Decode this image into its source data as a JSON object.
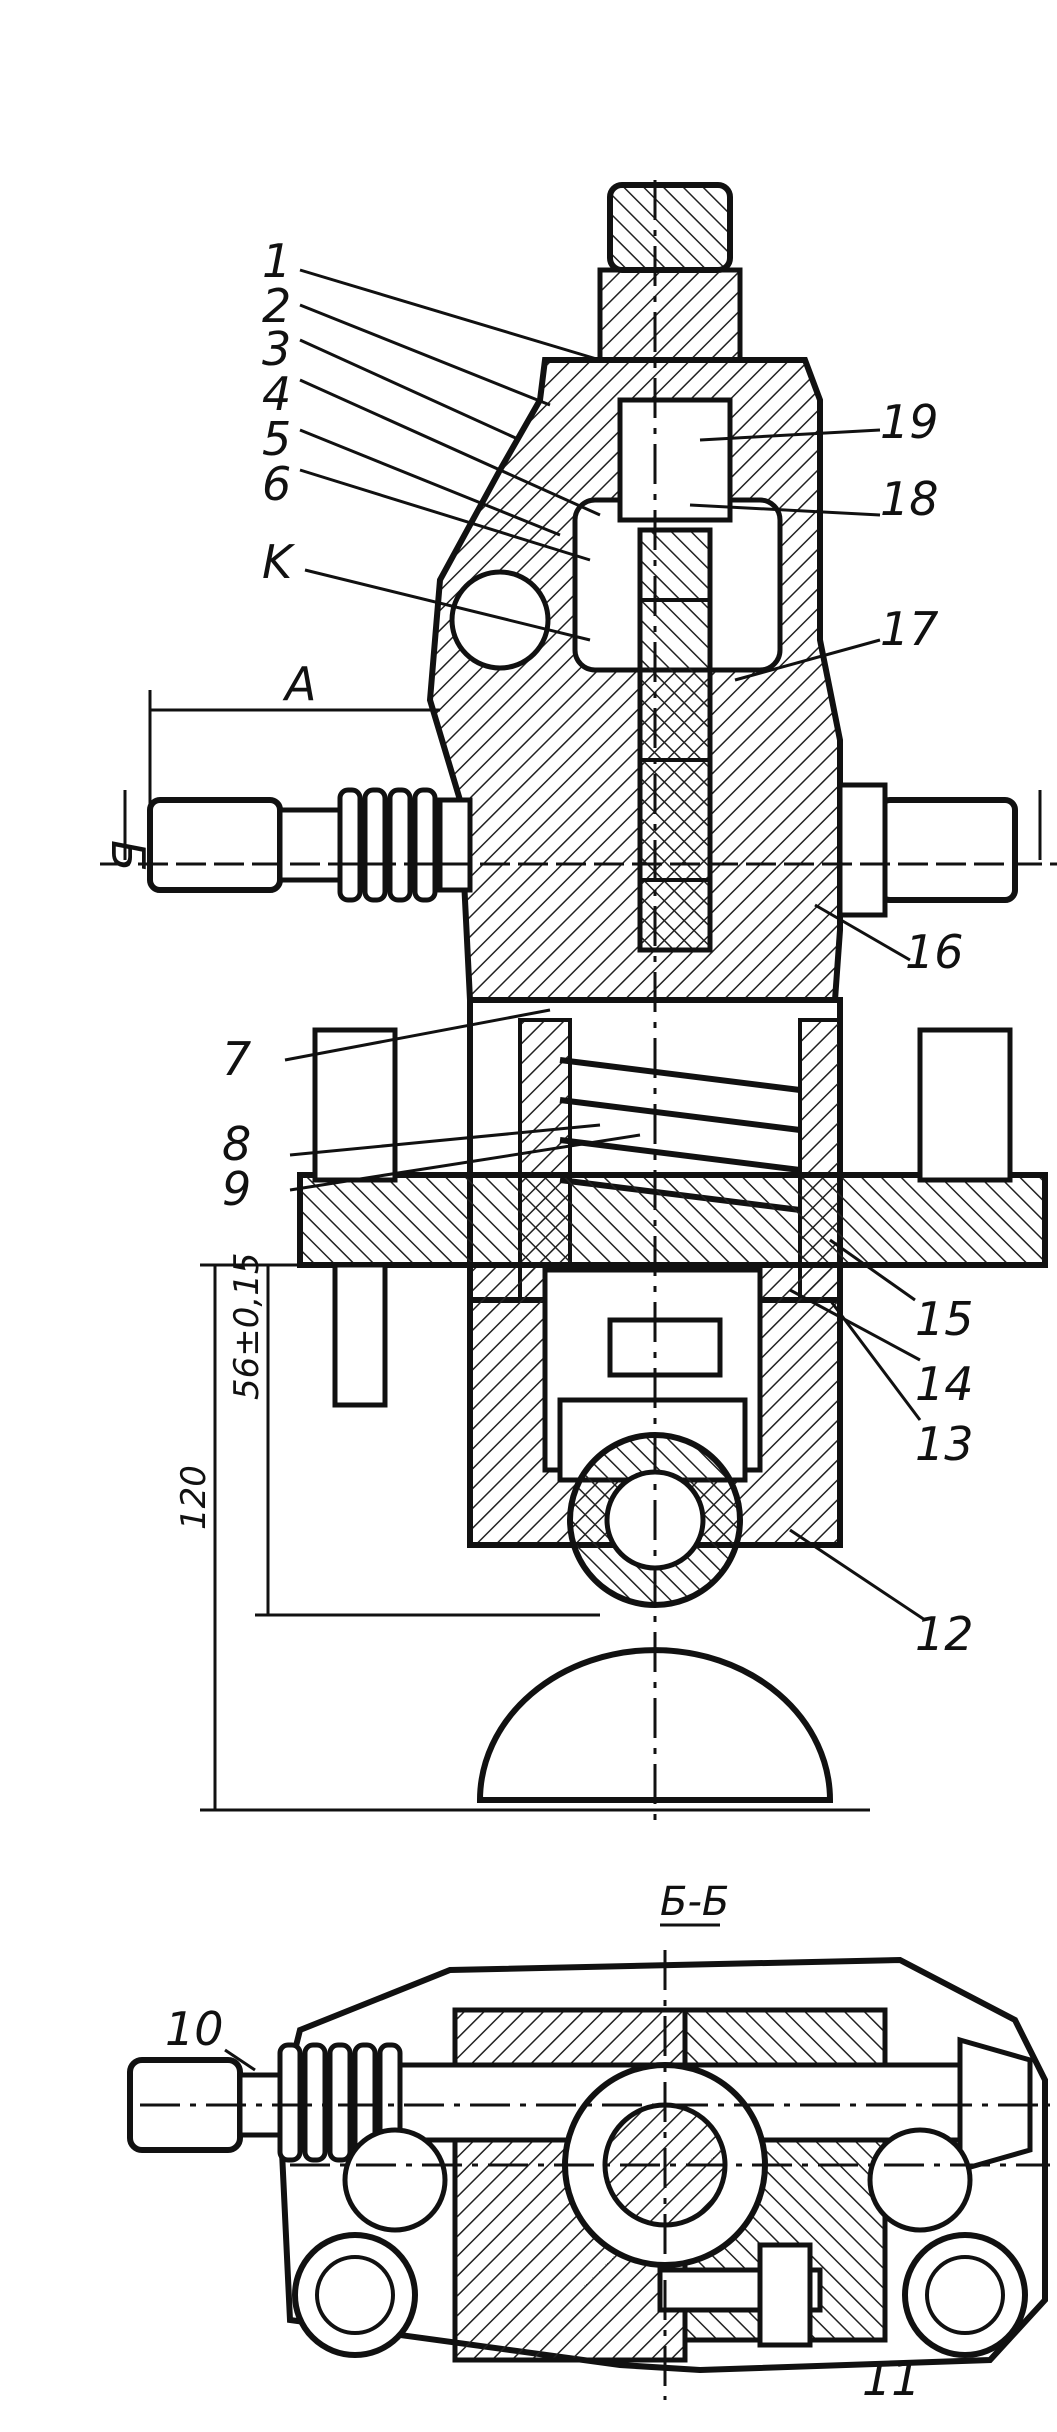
{
  "figure": {
    "callouts_left": [
      "1",
      "2",
      "3",
      "4",
      "5",
      "6",
      "K",
      "7",
      "8",
      "9",
      "10"
    ],
    "callouts_right": [
      "19",
      "18",
      "17",
      "16",
      "15",
      "14",
      "13",
      "12",
      "11"
    ],
    "dimension_labels": {
      "a": "A",
      "b": "Б",
      "height_total": "120",
      "height_partial": "56±0,15"
    },
    "section_label": "Б-Б"
  },
  "colors": {
    "ink": "#111111",
    "paper": "#ffffff"
  }
}
